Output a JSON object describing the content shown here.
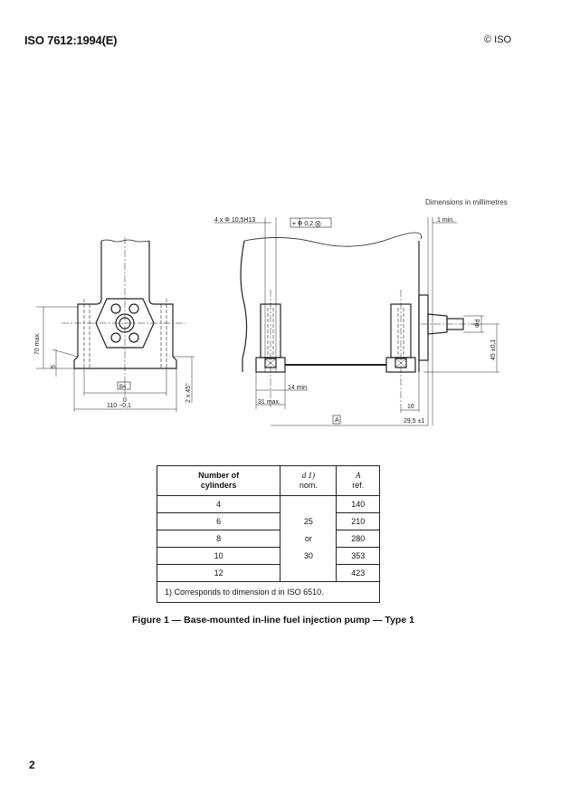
{
  "header": {
    "standard_id": "ISO 7612:1994(E)",
    "copyright": "© ISO"
  },
  "figure": {
    "units_note": "Dimensions in millimetres",
    "labels": {
      "hole_spec": "4 x Φ 10,5H13",
      "position_tolerance": "⌖ Φ 0,2 Ⓜ",
      "one_min": "1 min.",
      "seventy_max": "70 max.",
      "five": "5",
      "datum_b4": "B4",
      "width_tol_top": "0",
      "width_tol": "110 −0,1",
      "chamfer": "2 x 45°",
      "fourteen_min": "14 min",
      "thirtyone_max": "31 max.",
      "sixteen": "16",
      "datum_a": "A",
      "twentynine": "29,5 ±1",
      "phi_d": "Φd",
      "fortyfive": "45 ±0,1"
    },
    "caption": "Figure 1 — Base-mounted in-line fuel injection pump — Type 1"
  },
  "table": {
    "headers": [
      {
        "line1": "Number of",
        "line2": "cylinders"
      },
      {
        "line1": "d 1)",
        "line2": "nom."
      },
      {
        "line1": "A",
        "line2": "ref."
      }
    ],
    "rows": [
      {
        "cylinders": "4",
        "a": "140"
      },
      {
        "cylinders": "6",
        "a": "210"
      },
      {
        "cylinders": "8",
        "a": "280"
      },
      {
        "cylinders": "10",
        "a": "353"
      },
      {
        "cylinders": "12",
        "a": "423"
      }
    ],
    "d_values": {
      "v1": "25",
      "or": "or",
      "v2": "30"
    },
    "footnote": "1)  Corresponds to dimension d in ISO 6510."
  },
  "footer": {
    "page_number": "2"
  }
}
